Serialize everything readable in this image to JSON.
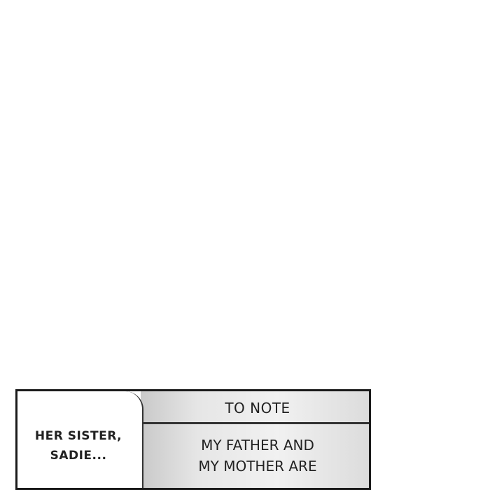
{
  "panel": {
    "left_caption": [
      "HER SISTER,",
      "SADIE..."
    ],
    "note_header": "TO NOTE",
    "note_body": [
      "MY FATHER AND",
      "MY MOTHER ARE"
    ]
  }
}
